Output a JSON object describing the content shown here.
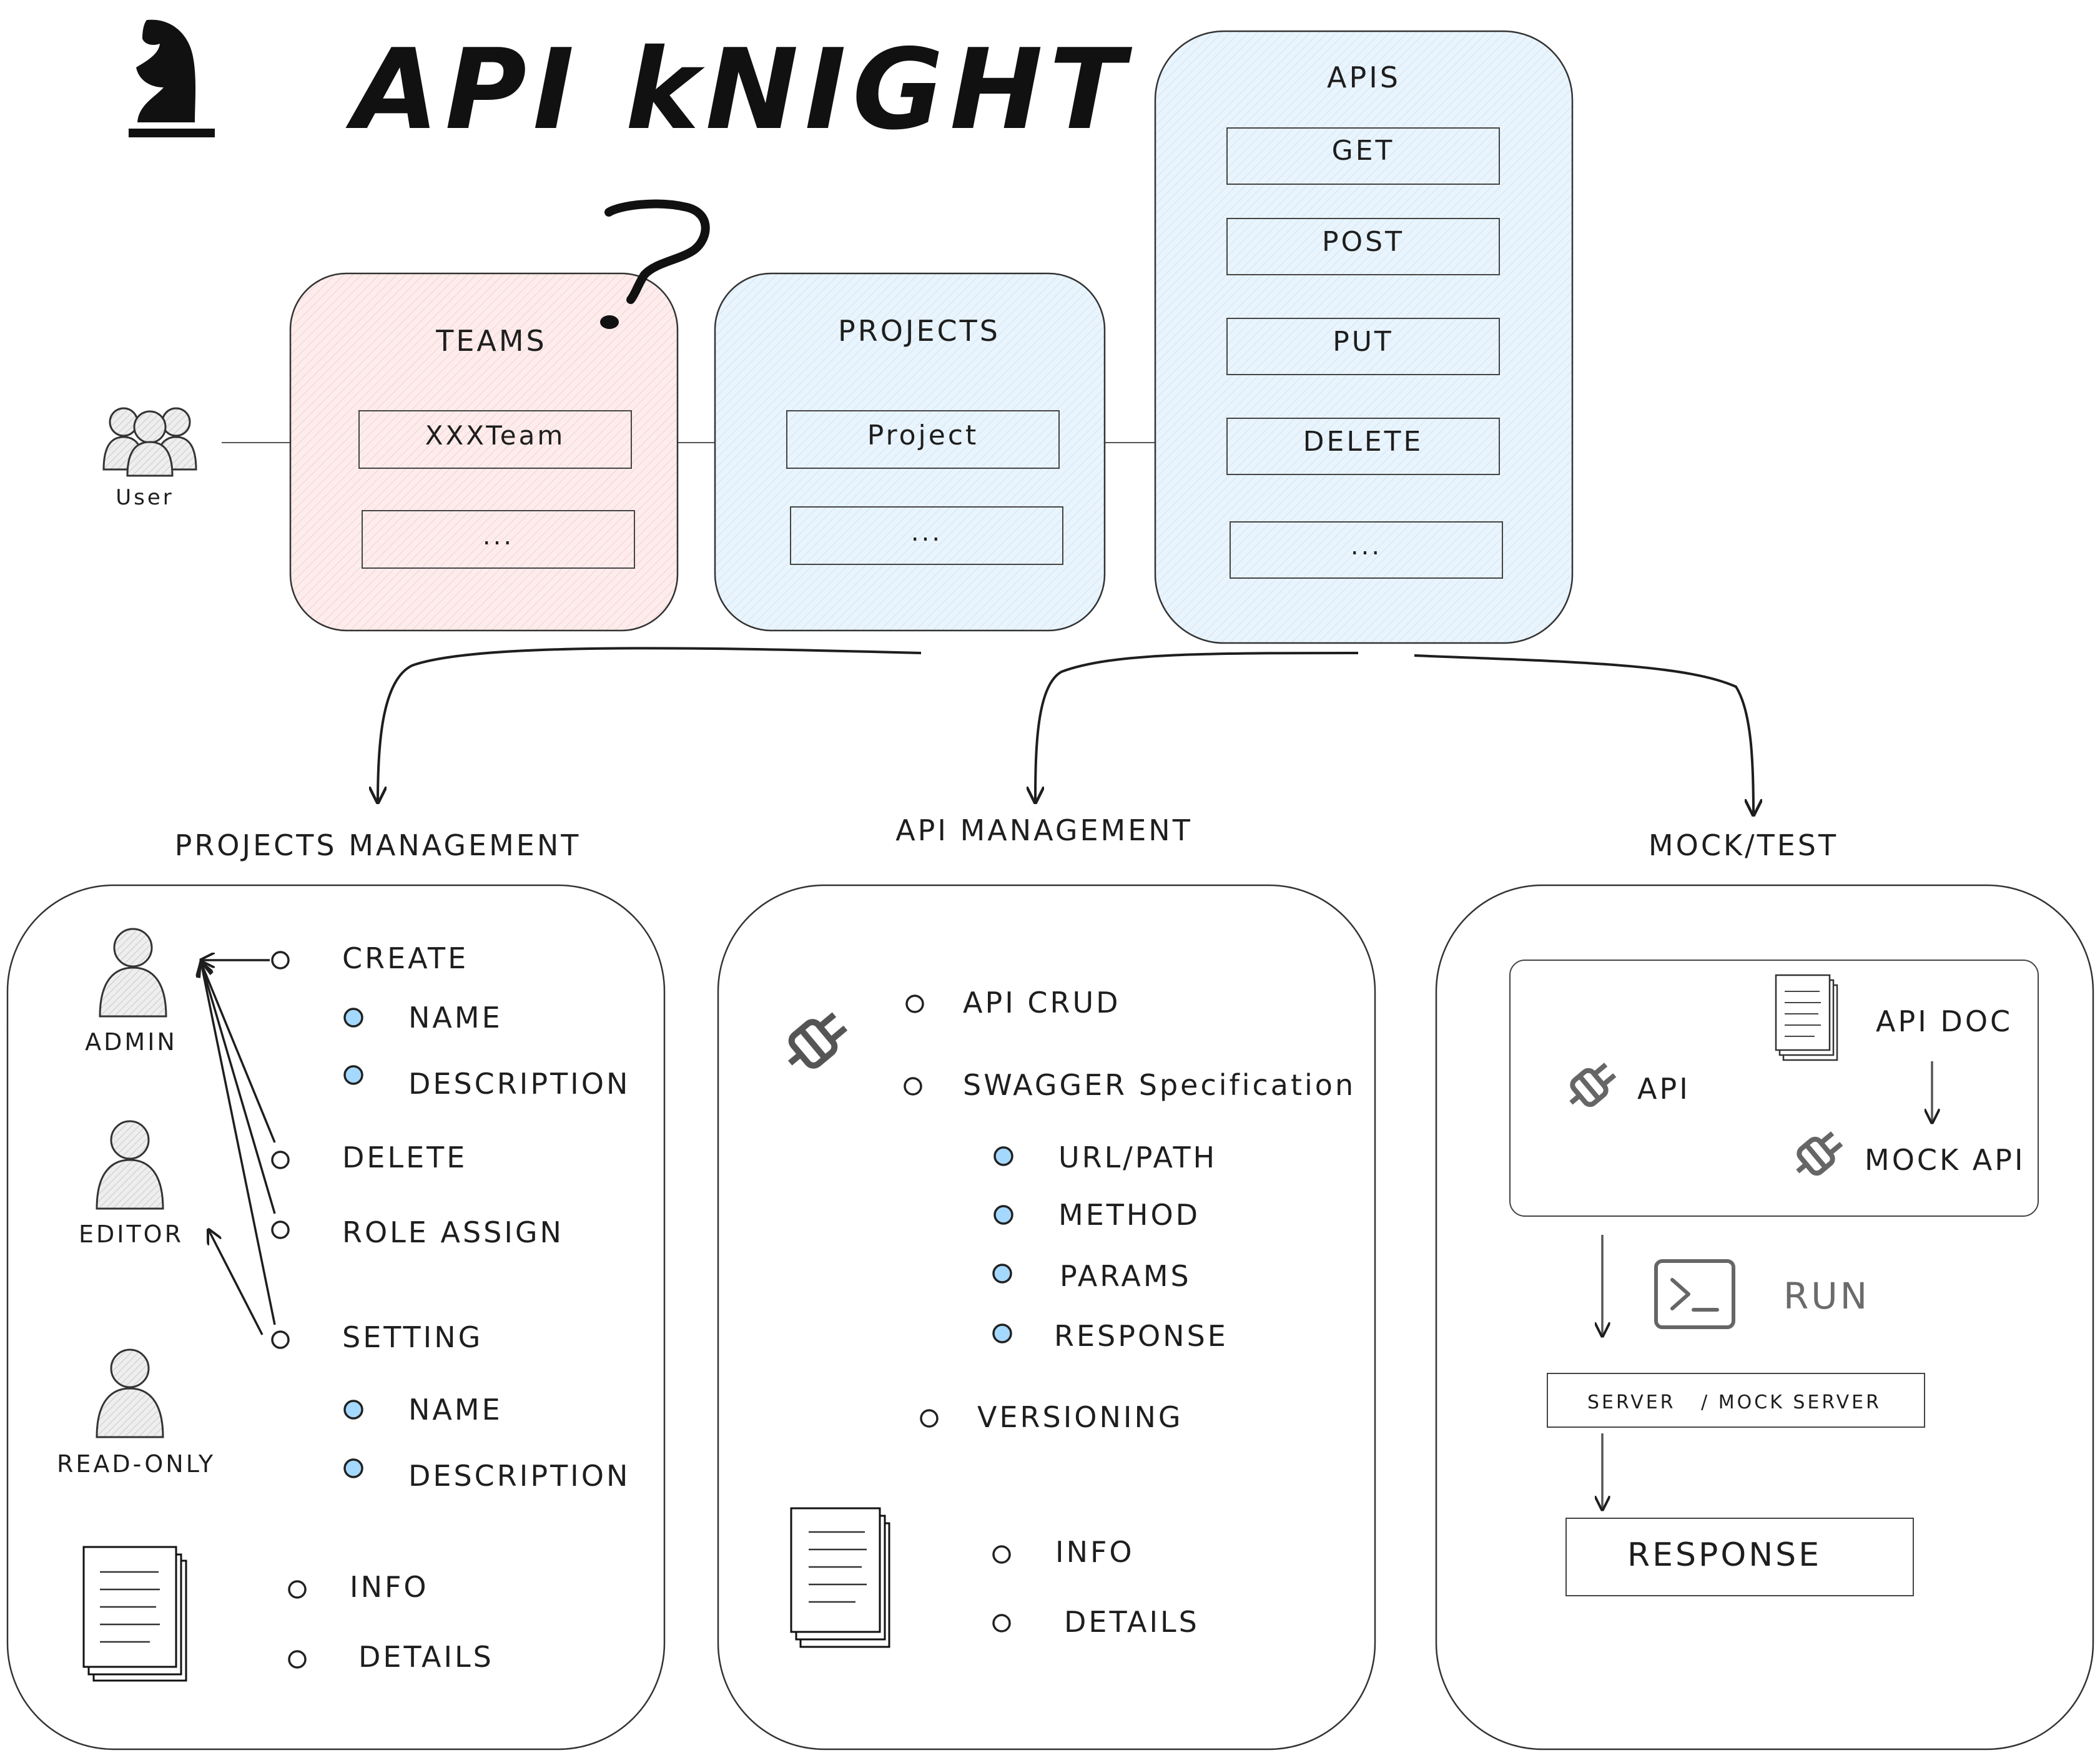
{
  "title": "API kNIGHT",
  "user": {
    "label": "User"
  },
  "teams": {
    "title": "TEAMS",
    "items": [
      "XXXTeam",
      "..."
    ]
  },
  "projects": {
    "title": "PROJECTS",
    "items": [
      "Project",
      "..."
    ]
  },
  "apis": {
    "title": "APIS",
    "items": [
      "GET",
      "POST",
      "PUT",
      "DELETE",
      "..."
    ]
  },
  "sections": {
    "projects_management": {
      "title": "PROJECTS MANAGEMENT",
      "roles": [
        "ADMIN",
        "EDITOR",
        "READ-ONLY"
      ],
      "create": "CREATE",
      "create_sub": [
        "NAME",
        "DESCRIPTION"
      ],
      "delete": "DELETE",
      "role_assign": "ROLE ASSIGN",
      "setting": "SETTING",
      "setting_sub": [
        "NAME",
        "DESCRIPTION"
      ],
      "doc_items": [
        "INFO",
        "DETAILS"
      ]
    },
    "api_management": {
      "title": "API MANAGEMENT",
      "crud": "API CRUD",
      "swagger": "SWAGGER Specification",
      "swagger_sub": [
        "URL/PATH",
        "METHOD",
        "PARAMS",
        "RESPONSE"
      ],
      "versioning": "VERSIONING",
      "doc_items": [
        "INFO",
        "DETAILS"
      ]
    },
    "mock_test": {
      "title": "MOCK/TEST",
      "api": "API",
      "api_doc": "API DOC",
      "mock_api": "MOCK API",
      "run": "RUN",
      "server": "SERVER   / MOCK SERVER",
      "response": "RESPONSE"
    }
  },
  "colors": {
    "ink": "#1e1e1e",
    "pink": "#fdecec",
    "blue": "#e7f3fc",
    "dot": "#a5d8ff",
    "muted": "#6b6b6b"
  }
}
